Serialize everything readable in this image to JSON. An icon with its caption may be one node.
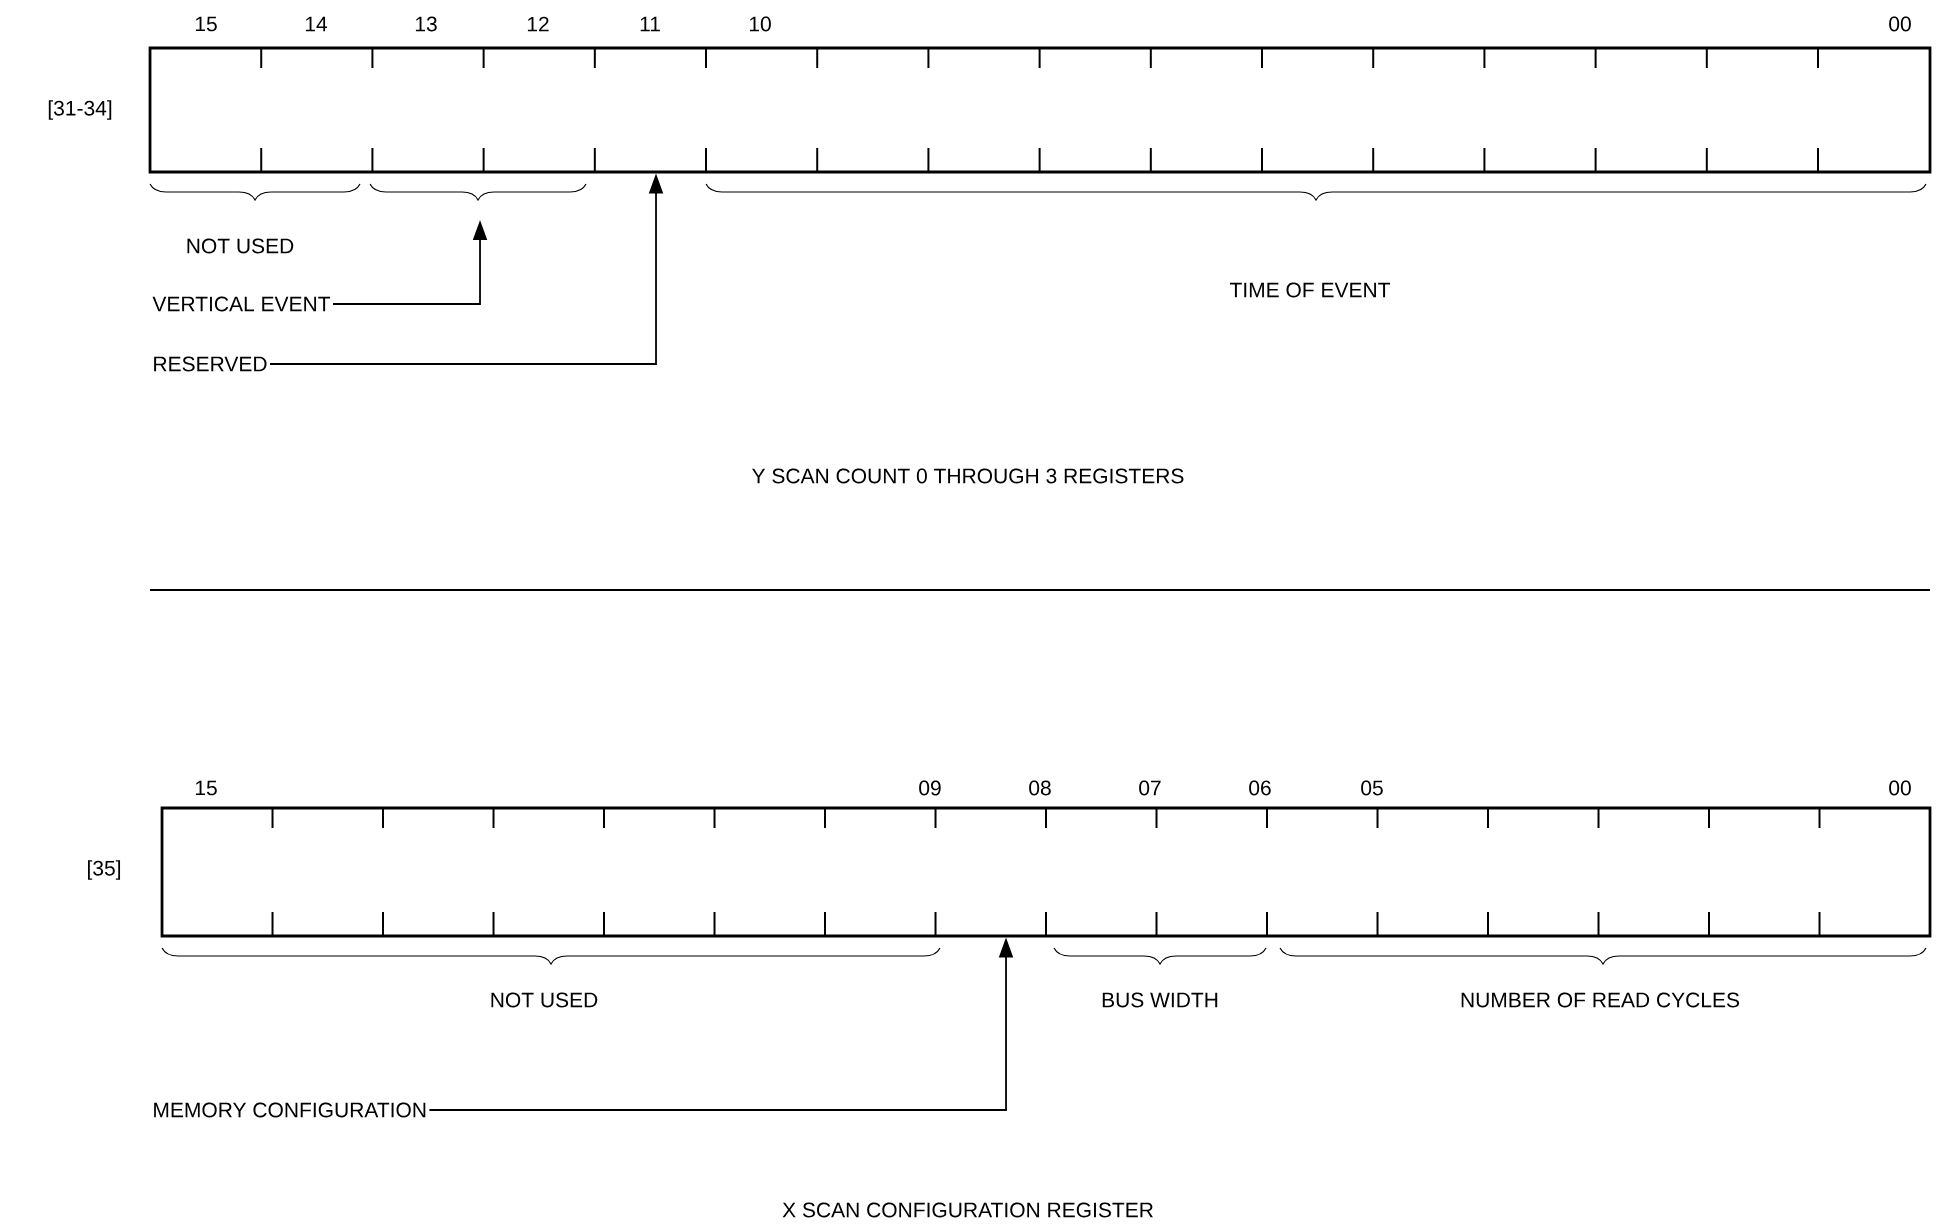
{
  "diagram": {
    "nodes": [
      {
        "text": [],
        "shape": "box",
        "beside": [
          "[31-34]"
        ]
      },
      {
        "text": [
          "VERTICAL EVENT"
        ]
      },
      {
        "text": [
          "RESERVED"
        ]
      },
      {
        "text": [],
        "shape": "box",
        "beside": [
          "[35]"
        ]
      },
      {
        "text": [
          "MEMORY CONFIGURATION"
        ]
      }
    ],
    "edges": [
      {
        "from": 1,
        "to": null,
        "arrow": "to"
      },
      {
        "from": 2,
        "to": 0,
        "arrow": "to"
      },
      {
        "from": 4,
        "to": 3,
        "arrow": "to"
      }
    ],
    "labels": [
      "15",
      "14",
      "13",
      "12",
      "11",
      "10",
      "00",
      "NOT USED",
      "TIME OF EVENT",
      "Y SCAN COUNT 0 THROUGH 3 REGISTERS",
      "15",
      "09",
      "08",
      "07",
      "06",
      "05",
      "00",
      "NOT USED",
      "BUS WIDTH",
      "NUMBER OF READ CYCLES",
      "X SCAN CONFIGURATION REGISTER"
    ]
  }
}
